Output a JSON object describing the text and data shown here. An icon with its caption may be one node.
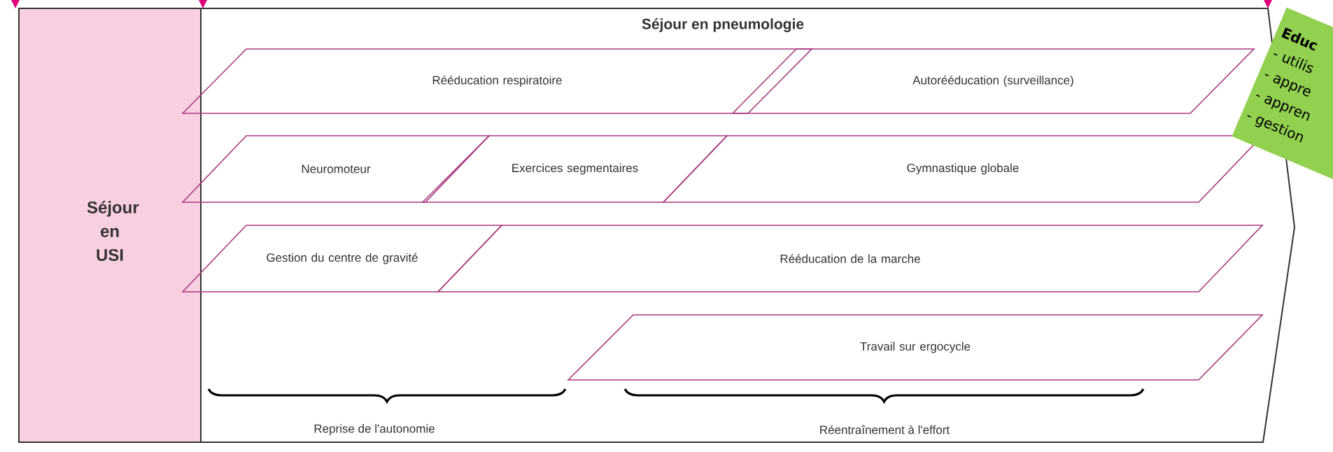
{
  "diagram": {
    "nodes": [
      {
        "text": [
          "Séjour en USI"
        ]
      },
      {
        "text": [
          "Séjour en pneumologie"
        ]
      },
      {
        "text": [
          "Rééducation respiratoire"
        ],
        "in": 1
      },
      {
        "text": [
          "Autorééducation (surveillance)"
        ],
        "in": 1
      },
      {
        "text": [
          "Neuromoteur"
        ],
        "in": 1
      },
      {
        "text": [
          "Exercices segmentaires"
        ],
        "in": 1
      },
      {
        "text": [
          "Gymnastique globale"
        ],
        "in": 1
      },
      {
        "text": [
          "Gestion du centre de gravité"
        ],
        "in": 1
      },
      {
        "text": [
          "Rééducation de la marche"
        ],
        "in": 1
      },
      {
        "text": [
          "Travail sur ergocycle"
        ],
        "in": 1
      },
      {
        "text": [
          "Educ",
          "- utilis",
          "- appre",
          "- appren",
          "- gestion"
        ]
      }
    ],
    "labels": [
      "Reprise de l'autonomie",
      "Réentraînement à l'effort"
    ]
  }
}
